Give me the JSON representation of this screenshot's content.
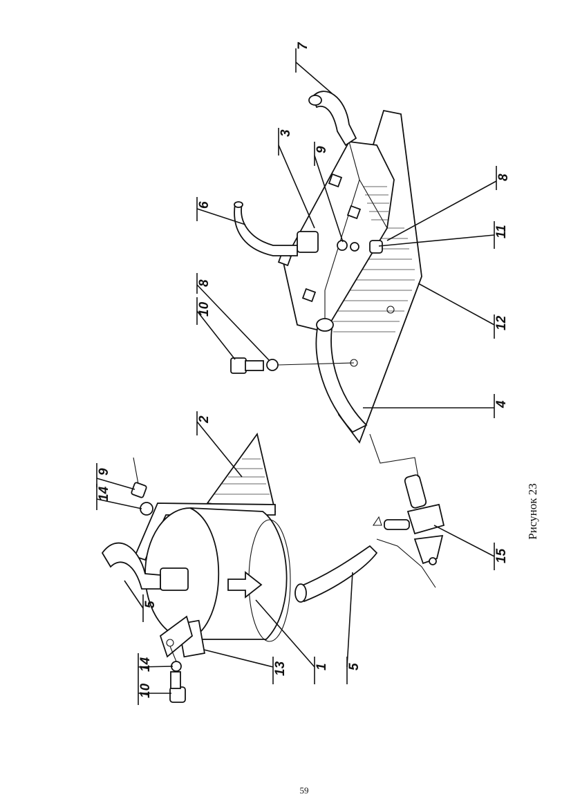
{
  "figure": {
    "caption": "Рисунок 23",
    "page_number": "59"
  },
  "callouts": [
    {
      "id": "c7",
      "text": "7"
    },
    {
      "id": "c3",
      "text": "3"
    },
    {
      "id": "c9a",
      "text": "9"
    },
    {
      "id": "c8a",
      "text": "8"
    },
    {
      "id": "c6",
      "text": "6"
    },
    {
      "id": "c11",
      "text": "11"
    },
    {
      "id": "c8b",
      "text": "8"
    },
    {
      "id": "c10a",
      "text": "10"
    },
    {
      "id": "c12",
      "text": "12"
    },
    {
      "id": "c4",
      "text": "4"
    },
    {
      "id": "c2",
      "text": "2"
    },
    {
      "id": "c9b",
      "text": "9"
    },
    {
      "id": "c14a",
      "text": "14"
    },
    {
      "id": "c15",
      "text": "15"
    },
    {
      "id": "c5a",
      "text": "5"
    },
    {
      "id": "c13",
      "text": "13"
    },
    {
      "id": "c1",
      "text": "1"
    },
    {
      "id": "c5b",
      "text": "5"
    },
    {
      "id": "c14b",
      "text": "14"
    },
    {
      "id": "c10b",
      "text": "10"
    }
  ]
}
